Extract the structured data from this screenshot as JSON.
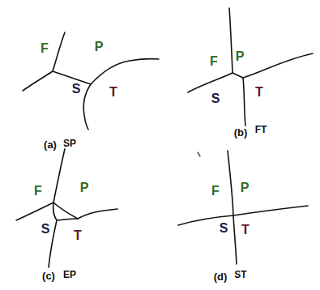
{
  "diagram": {
    "labels": [
      "F",
      "P",
      "S",
      "T",
      "(a)",
      "SP",
      "F",
      "P",
      "S",
      "T",
      "(b)",
      "FT",
      "F",
      "P",
      "S",
      "T",
      "(c)",
      "EP",
      "F",
      "P",
      "S",
      "T",
      "(d)",
      "ST"
    ]
  }
}
